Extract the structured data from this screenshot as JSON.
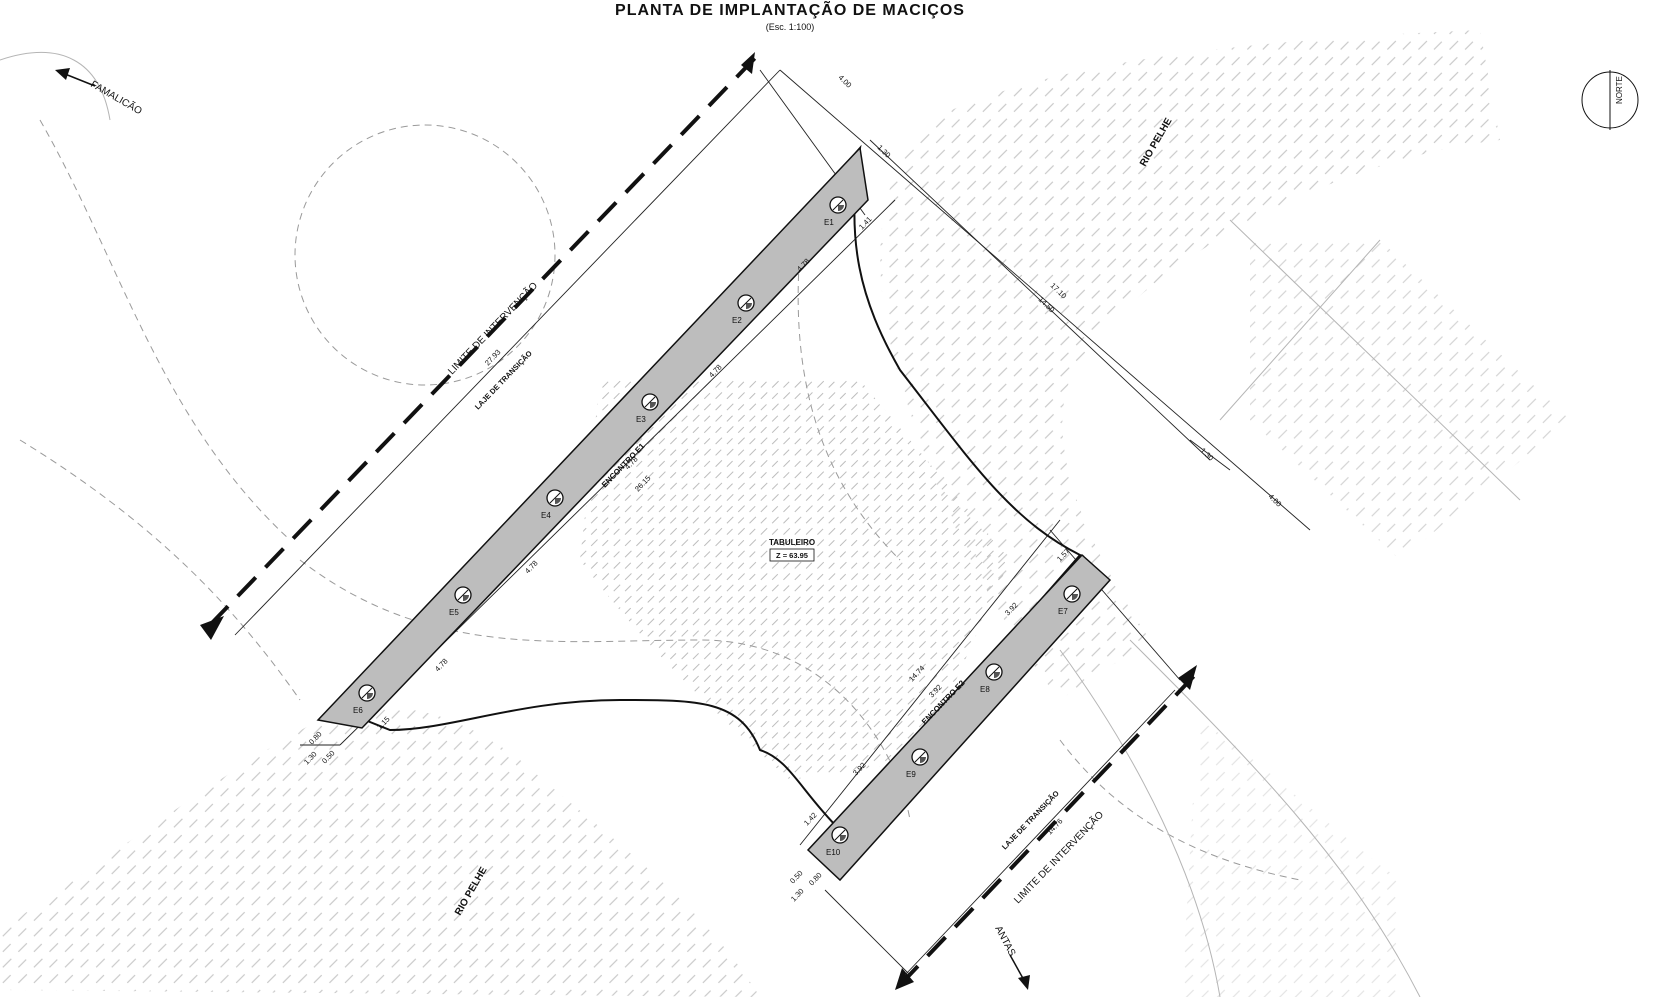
{
  "title": "PLANTA DE IMPLANTAÇÃO DE MACIÇOS",
  "subtitle": "(Esc. 1:100)",
  "north": "NORTE",
  "directions": {
    "famalicao": "FAMALICÃO",
    "antas": "ANTAS"
  },
  "river": {
    "upper": "RIO PELHE",
    "lower": "RIO PELHE"
  },
  "deck": {
    "name": "TABULEIRO",
    "level": "Z = 63.95"
  },
  "abutments": {
    "e1": "ENCONTRO E1",
    "e2": "ENCONTRO E2"
  },
  "limits": {
    "left": "LIMITE DE INTERVENÇÃO",
    "right": "LIMITE DE INTERVENÇÃO"
  },
  "slabs": {
    "left": "LAJE DE TRANSIÇÃO",
    "right": "LAJE DE TRANSIÇÃO"
  },
  "piles": [
    "E1",
    "E2",
    "E3",
    "E4",
    "E5",
    "E6",
    "E7",
    "E8",
    "E9",
    "E10"
  ],
  "dimensions": {
    "top_400": "4.00",
    "top_130": "1.30",
    "top_141": "1.41",
    "span_1710": "17.10",
    "span_1450": "14.50",
    "right_130": "1.30",
    "right_400": "4.00",
    "e1_478_a": "4.78",
    "e1_478_b": "4.78",
    "e1_478_c": "4.78",
    "e1_478_d": "4.78",
    "e1_478_e": "4.78",
    "e1_2615": "26.15",
    "limit_2793": "27.93",
    "left_115": "1.15",
    "left_080": "0.80",
    "left_130": "1.30",
    "left_050": "0.50",
    "e2_157": "1.57",
    "e2_392_a": "3.92",
    "e2_392_b": "3.92",
    "e2_392_c": "3.92",
    "e2_1474": "14.74",
    "e2_142": "1.42",
    "bottom_050": "0.50",
    "bottom_080": "0.80",
    "bottom_130": "1.30",
    "limit_1476": "14.76"
  }
}
